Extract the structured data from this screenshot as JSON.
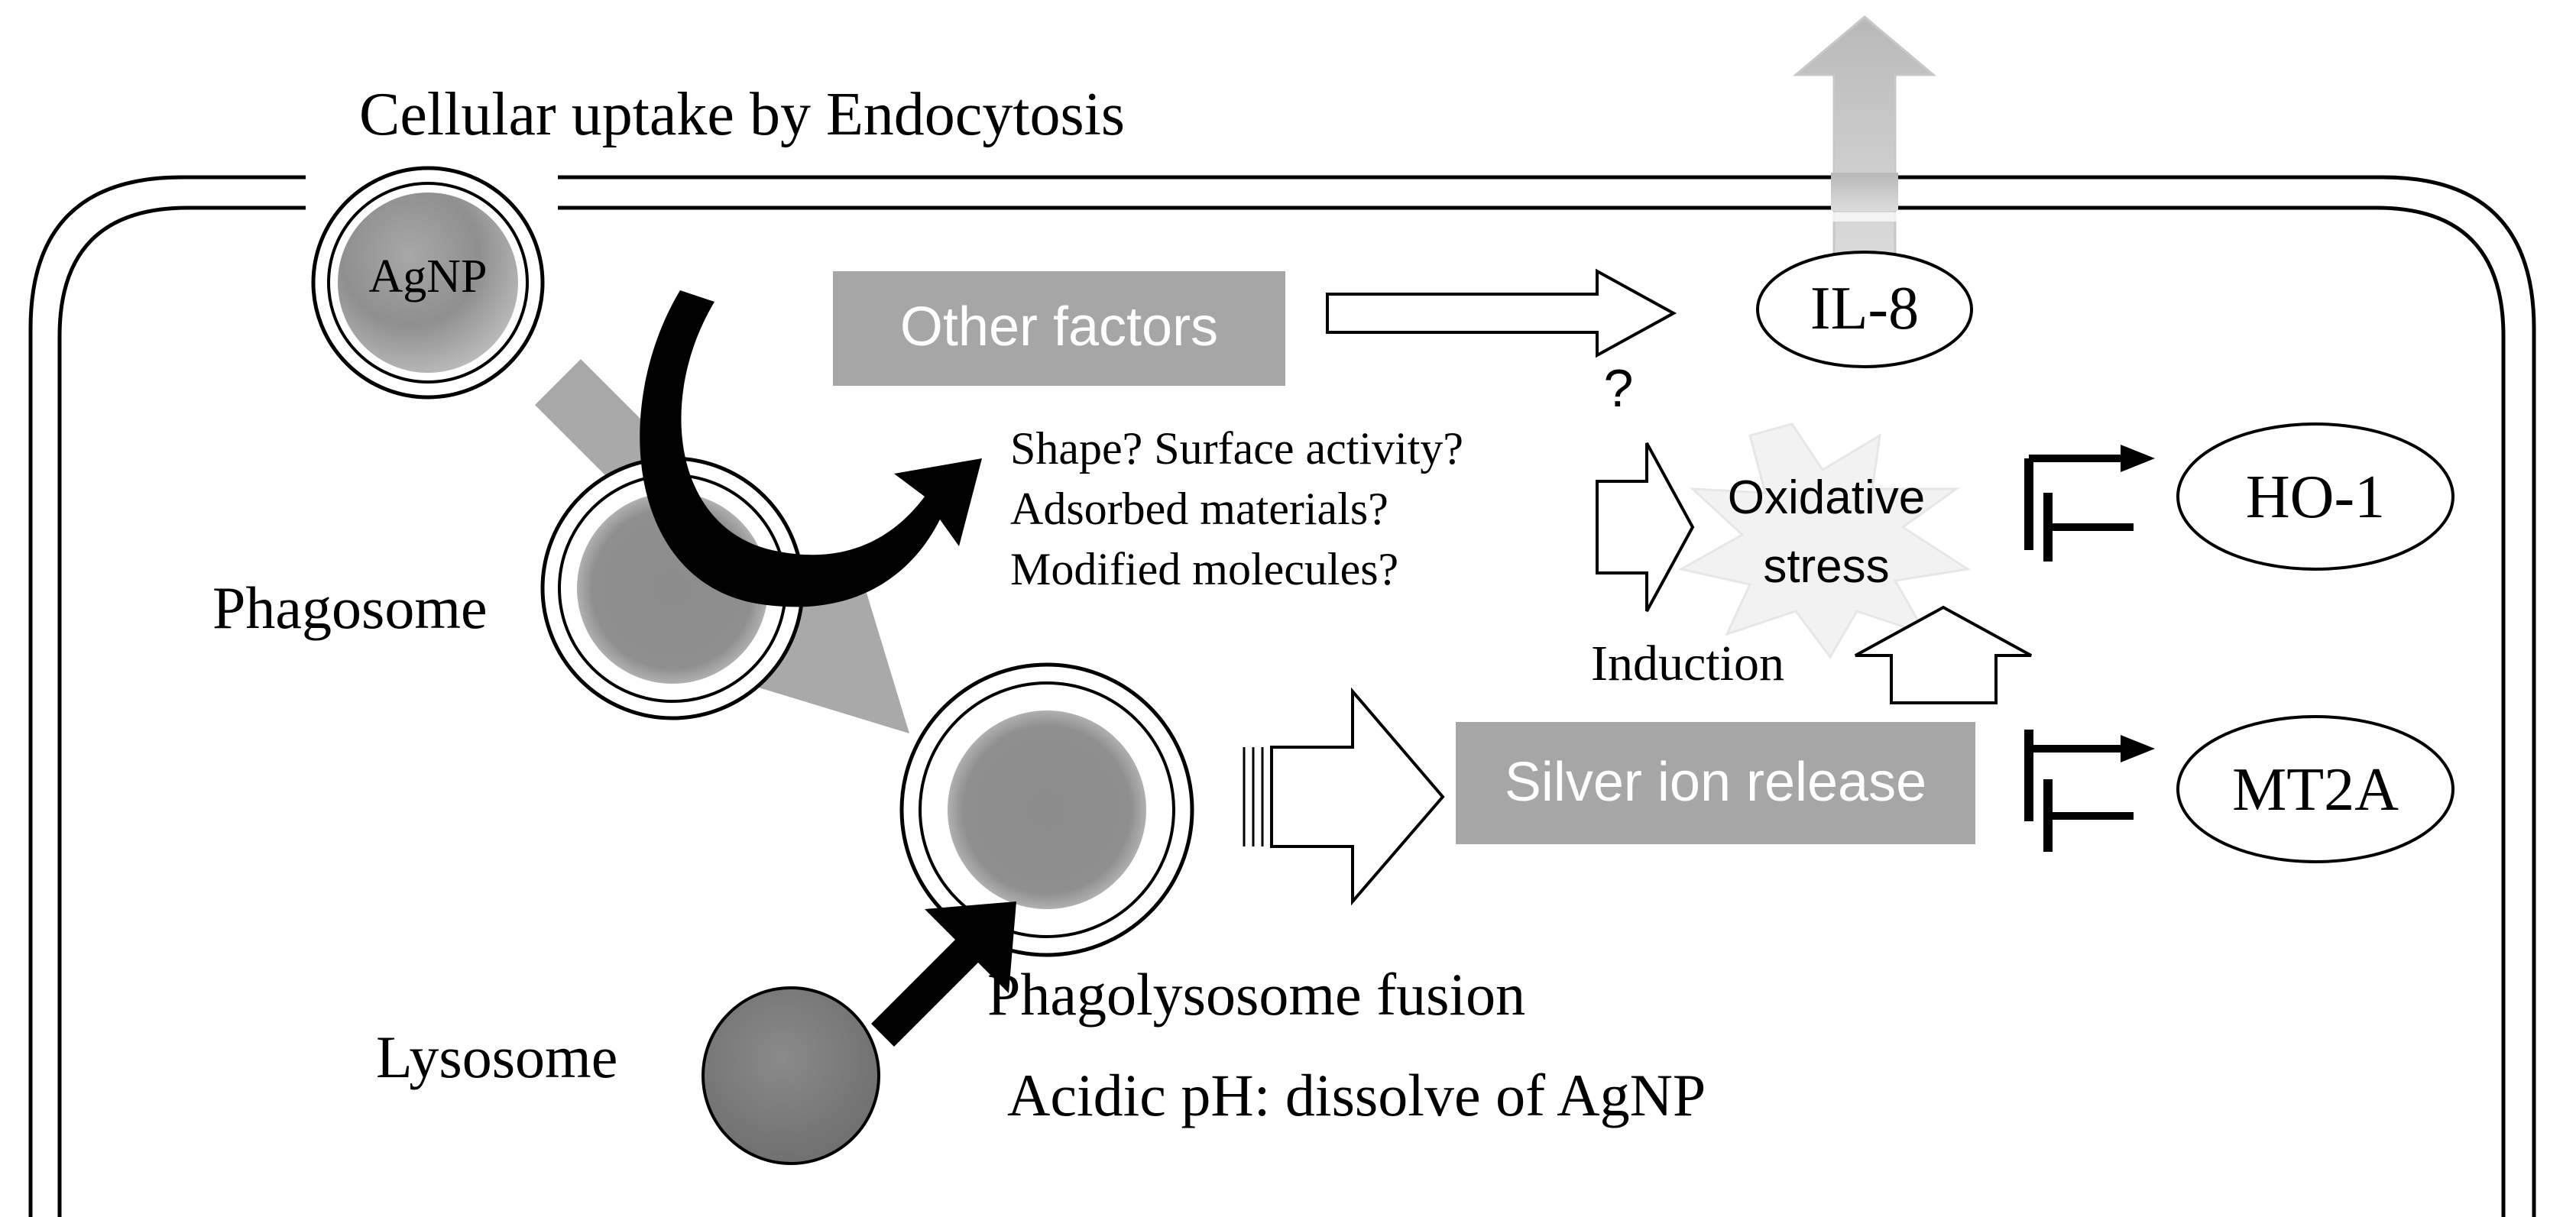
{
  "title": "Cellular uptake by Endocytosis",
  "labels": {
    "agnp": "AgNP",
    "phagosome": "Phagosome",
    "lysosome": "Lysosome",
    "phagolysosome_fusion": "Phagolysosome fusion",
    "acidic_ph": "Acidic pH: dissolve of AgNP",
    "other_factors": "Other factors",
    "question_mark": "?",
    "factor_questions": [
      "Shape? Surface activity?",
      "Adsorbed materials?",
      "Modified molecules?"
    ],
    "oxidative_stress": [
      "Oxidative",
      "stress"
    ],
    "induction": "Induction",
    "silver_ion_release": "Silver ion release",
    "il8": "IL-8",
    "ho1": "HO-1",
    "mt2a": "MT2A"
  },
  "colors": {
    "box_fill": "#a6a6a6",
    "box_text": "#ffffff",
    "particle_light": "#e8e8e8",
    "particle_dark": "#8a8a8a",
    "lysosome_dark": "#7a7a7a",
    "gray_arrow": "#b3b3b3",
    "black_arrow": "#000000"
  }
}
